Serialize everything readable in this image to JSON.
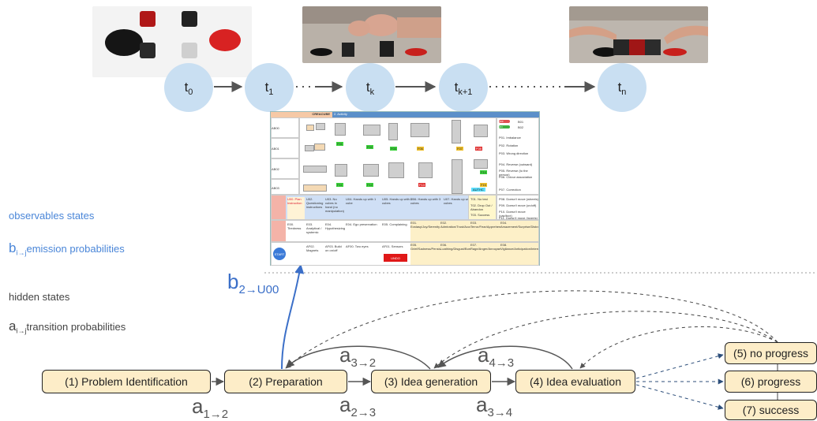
{
  "timeline": {
    "steps": [
      {
        "base": "t",
        "sub": "0"
      },
      {
        "base": "t",
        "sub": "1"
      },
      {
        "base": "t",
        "sub": "k"
      },
      {
        "base": "t",
        "sub": "k+1"
      },
      {
        "base": "t",
        "sub": "n"
      }
    ]
  },
  "labels": {
    "observables": "observables states",
    "emission_sym": "b",
    "emission_sub": "i→j",
    "emission_text": "emission probabilities",
    "hidden": "hidden states",
    "transition_sym": "a",
    "transition_sub": "i→j",
    "transition_text": "transition probabilities",
    "b_example_sym": "b",
    "b_example_sub": "2→U00"
  },
  "states": [
    {
      "label": "(1) Problem Identification"
    },
    {
      "label": "(2) Preparation"
    },
    {
      "label": "(3) Idea generation"
    },
    {
      "label": "(4) Idea evaluation"
    },
    {
      "label": "(5) no progress"
    },
    {
      "label": "(6) progress"
    },
    {
      "label": "(7) success"
    }
  ],
  "transitions": [
    {
      "sym": "a",
      "sub": "1→2"
    },
    {
      "sym": "a",
      "sub": "2→3"
    },
    {
      "sym": "a",
      "sub": "3→4"
    },
    {
      "sym": "a",
      "sub": "3→2"
    },
    {
      "sym": "a",
      "sub": "4→3"
    }
  ],
  "table": {
    "header_left": "CREACUBE",
    "header_right": "2. Activity",
    "row_labels": [
      "AB00",
      "AB01",
      "AB02",
      "AB03"
    ],
    "activity_codes": [
      "F01",
      "F02",
      "F03",
      "F06",
      "F07",
      "F08",
      "F11",
      "F12",
      "F13",
      "F14",
      "F15",
      "F16",
      "F17",
      "F18",
      "F19"
    ],
    "actions": [
      "U00. Plan Instruction",
      "U02. Questioning instructions",
      "U03. No cubes in hand (no manipulation)",
      "U04. Hands up with 1 cube",
      "U05. Hands up with 2 cubes",
      "U06. Hands up with 3 cubes",
      "U07. Hands up with 4 cubes"
    ],
    "emotions": [
      "E00. Tiredness",
      "E03. Analytical / systemic",
      "E04. Hypothesizing",
      "E04. Ego preservation",
      "E05. Complaining",
      "E01. Ecstasy/Joy/Serenity",
      "E02. Admiration/Trust/Acceptance",
      "E03. Terror/Fear/Apprehension",
      "E04. Amazement/Surprise/Distraction",
      "E05. Grief/Sadness/Pensiveness",
      "E06. Loathing/Disgust/Boredom",
      "E07. Rage/Anger/Annoyance",
      "E08. Vigilance/Anticipation/Interest"
    ],
    "problems": [
      "P01. Imbalance",
      "P02. Rotation",
      "P03. Wrong direction",
      "P04. Reverse (outward)",
      "P05. Reverse (to the person)",
      "P06. Colour association",
      "P07. Correction",
      "P08. Doesn't move (wheels)",
      "P09. Doesn't move (on/off)",
      "P10. Doesn't move (cap/box)",
      "P11. Doesn't move (inverts)"
    ],
    "tasks": [
      "T01. No test",
      "T02. Drop Out / Abandon",
      "T03. Success"
    ],
    "switches": [
      "OFF",
      "ON",
      "B01",
      "B02"
    ],
    "misc": [
      "AUTHC",
      "UNDO",
      "START",
      "AF00. Two eyes",
      "AF01. Sensors",
      "AF02. Magnets",
      "AF03. Build on on/off"
    ]
  }
}
